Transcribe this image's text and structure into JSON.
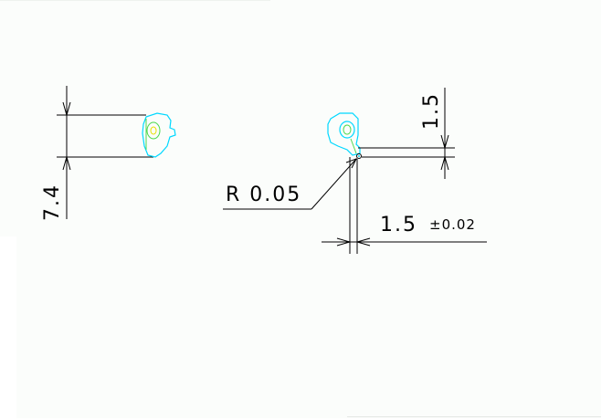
{
  "drawing": {
    "dim_height_left": "7.4",
    "dim_height_right": "1.5",
    "dim_radius": "R 0.05",
    "dim_width_value": "1.5",
    "dim_width_tolerance": "±0.02"
  },
  "colors": {
    "line": "#000000",
    "part_outline": "#00d8ff",
    "part_detail_green": "#4cd84c",
    "part_detail_yellow": "#e8e000"
  }
}
